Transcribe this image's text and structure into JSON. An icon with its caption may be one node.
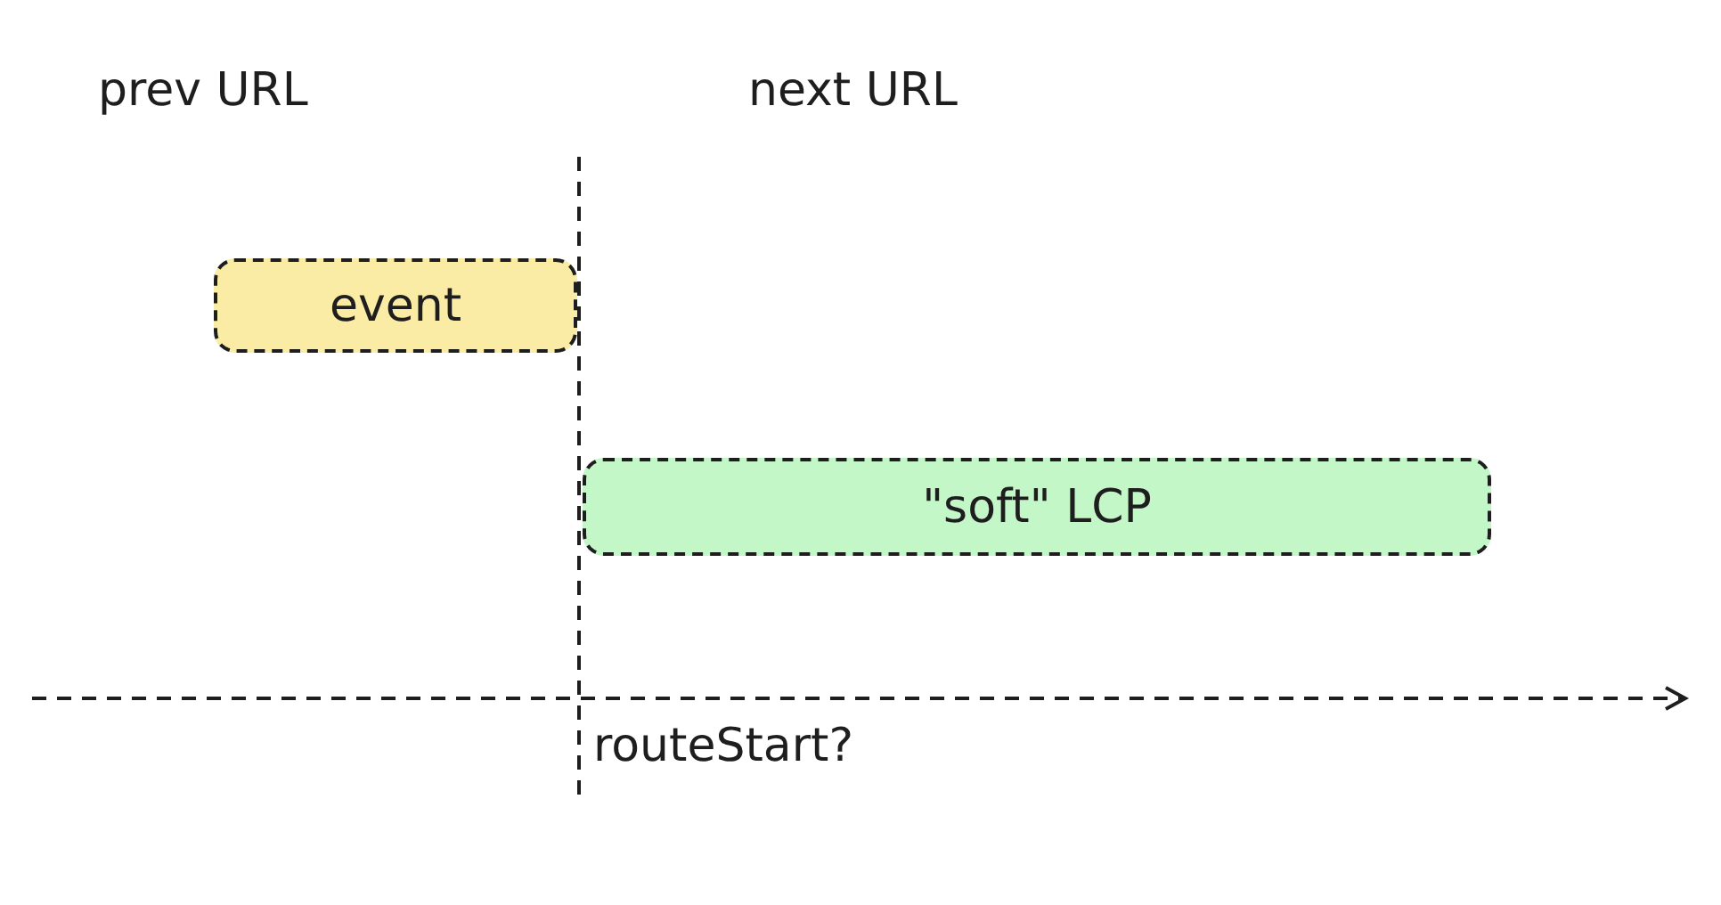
{
  "diagram": {
    "nodes": [
      {
        "text": [
          "event"
        ]
      },
      {
        "text": [
          "\"soft\" LCP"
        ]
      }
    ],
    "labels": [
      "prev URL",
      "next URL",
      "routeStart?"
    ]
  }
}
